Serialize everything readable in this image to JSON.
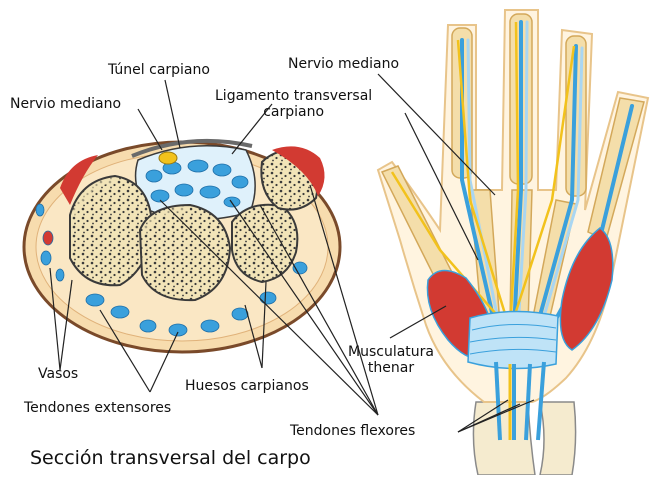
{
  "labels": {
    "tunel_carpiano": "Túnel carpiano",
    "nervio_mediano_left": "Nervio mediano",
    "nervio_mediano_right": "Nervio mediano",
    "ligamento_line1": "Ligamento transversal",
    "ligamento_line2": "carpiano",
    "vasos": "Vasos",
    "huesos_carpianos": "Huesos carpianos",
    "tendones_extensores": "Tendones extensores",
    "tendones_flexores": "Tendones flexores",
    "musculatura_line1": "Musculatura",
    "musculatura_line2": "thenar",
    "caption": "Sección transversal del carpo"
  },
  "colors": {
    "skin": "#f7dcae",
    "skin_outline": "#7a4a2a",
    "bone": "#f2e4b8",
    "bone_texture": "#3a3a3a",
    "tendon": "#3aa0dc",
    "tendon_light": "#a9d6f2",
    "nerve": "#f2c21c",
    "muscle": "#d23a32",
    "line": "#222222"
  }
}
